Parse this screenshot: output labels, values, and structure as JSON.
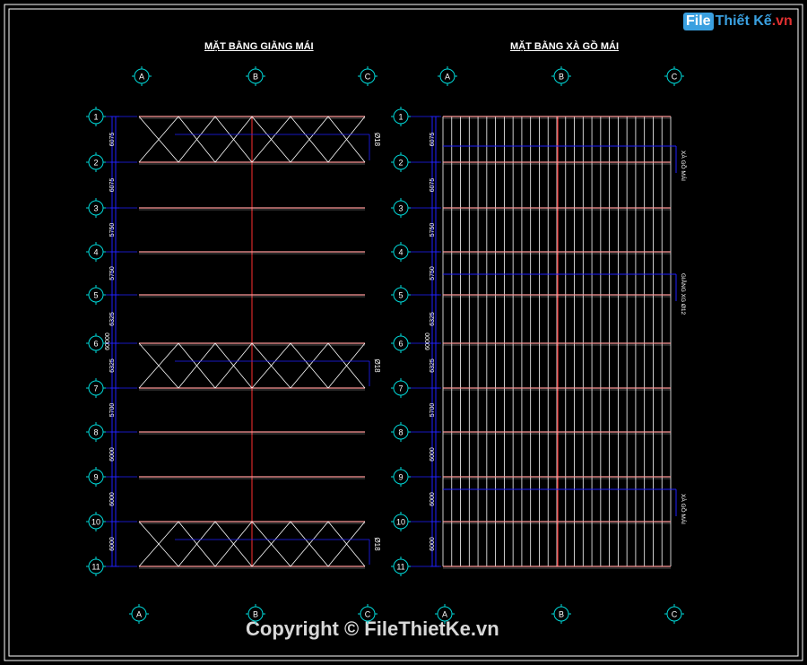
{
  "titles": {
    "left": "MẶT BẰNG GIẰNG MÁI",
    "right": "MẶT BẰNG XÀ GỒ MÁI"
  },
  "logo": {
    "part1": "File",
    "part2": "Thiết Kế",
    "part3": ".vn"
  },
  "copyright": "Copyright © FileThietKe.vn",
  "axes_letters": [
    "A",
    "B",
    "C"
  ],
  "axes_numbers": [
    "1",
    "2",
    "3",
    "4",
    "5",
    "6",
    "7",
    "8",
    "9",
    "10",
    "11"
  ],
  "dims": [
    "6075",
    "6075",
    "5750",
    "5750",
    "6325",
    "6325",
    "5700",
    "6000",
    "6000",
    "6000"
  ],
  "total_dim": "60000",
  "annotations": {
    "brace": "Ø18",
    "purlin_top": "XÀ GỒ MÁI",
    "purlin_tie": "GIẰNG XG Ø12",
    "purlin_bottom": "XÀ GỒ MÁI"
  },
  "colors": {
    "background": "#000000",
    "frame": "#ffffff",
    "axis_bubble": "#00d8d8",
    "member": "#ff9a9a",
    "tie": "#2020ff",
    "center_line": "#ff3030",
    "brace": "#ffffff"
  }
}
